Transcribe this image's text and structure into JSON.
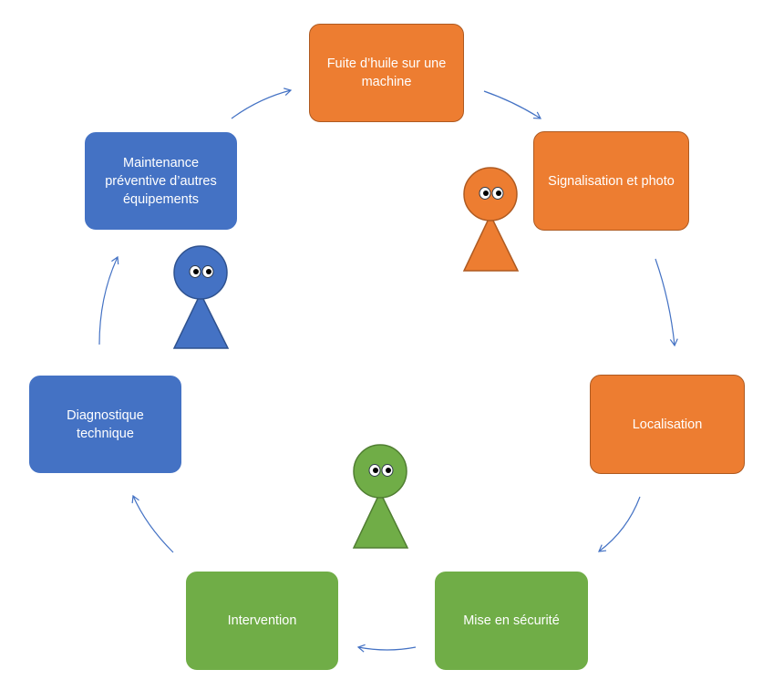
{
  "colors": {
    "orange": "#ED7D31",
    "orange_border": "#AE5A21",
    "blue": "#4472C4",
    "green": "#70AD47",
    "arrow": "#4472C4",
    "text": "#FFFFFF"
  },
  "steps": {
    "fuite": "Fuite d’huile sur une machine",
    "signalisation": "Signalisation et photo",
    "localisation": "Localisation",
    "mise_en_securite": "Mise en sécurité",
    "intervention": "Intervention",
    "diagnostique": "Diagnostique technique",
    "maintenance": "Maintenance préventive d’autres équipements"
  },
  "characters": [
    {
      "role": "orange-person",
      "color": "orange"
    },
    {
      "role": "green-person",
      "color": "green"
    },
    {
      "role": "blue-person",
      "color": "blue"
    }
  ],
  "arrows": [
    {
      "from": "fuite",
      "to": "signalisation"
    },
    {
      "from": "signalisation",
      "to": "localisation"
    },
    {
      "from": "localisation",
      "to": "mise_en_securite"
    },
    {
      "from": "mise_en_securite",
      "to": "intervention"
    },
    {
      "from": "intervention",
      "to": "diagnostique"
    },
    {
      "from": "diagnostique",
      "to": "maintenance"
    },
    {
      "from": "maintenance",
      "to": "fuite"
    }
  ]
}
